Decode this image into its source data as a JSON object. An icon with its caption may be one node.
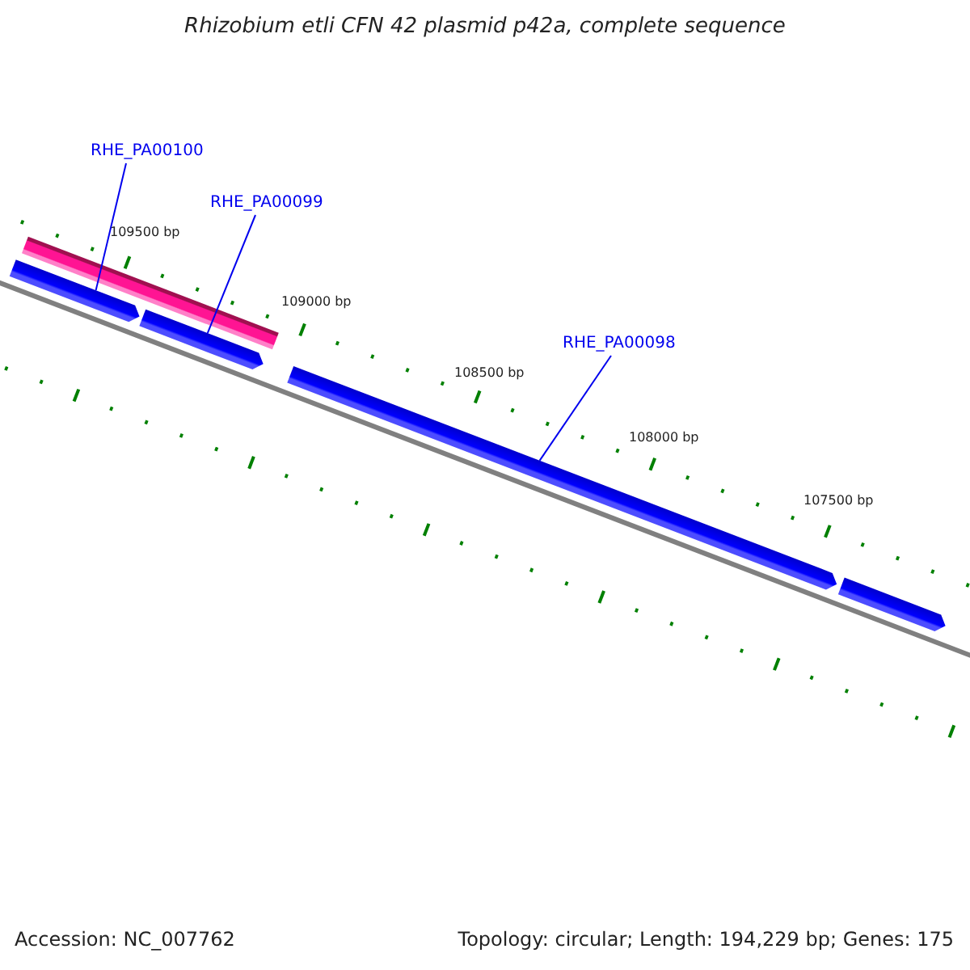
{
  "diagram": {
    "title": "Rhizobium etli CFN 42 plasmid p42a, complete sequence",
    "nodes": [
      {
        "text": [
          "RHE_PA00100"
        ]
      },
      {
        "text": [
          "RHE_PA00099"
        ]
      },
      {
        "text": [
          "RHE_PA00098"
        ]
      },
      {
        "text": [],
        "shape": "bar"
      },
      {
        "text": [],
        "shape": "pentagon"
      },
      {
        "text": [],
        "shape": "pentagon"
      },
      {
        "text": [],
        "shape": "pentagon"
      },
      {
        "text": [],
        "shape": "pentagon"
      }
    ],
    "edges": [
      {
        "from": 0,
        "to": 4,
        "arrow": "none"
      },
      {
        "from": 1,
        "to": 5,
        "arrow": "none"
      },
      {
        "from": 2,
        "to": 6,
        "arrow": "none"
      }
    ],
    "labels": [
      "109500 bp",
      "109000 bp",
      "108500 bp",
      "108000 bp",
      "107500 bp",
      "Accession: NC_007762",
      "Topology: circular; Length: 194,229 bp; Genes: 175"
    ]
  }
}
